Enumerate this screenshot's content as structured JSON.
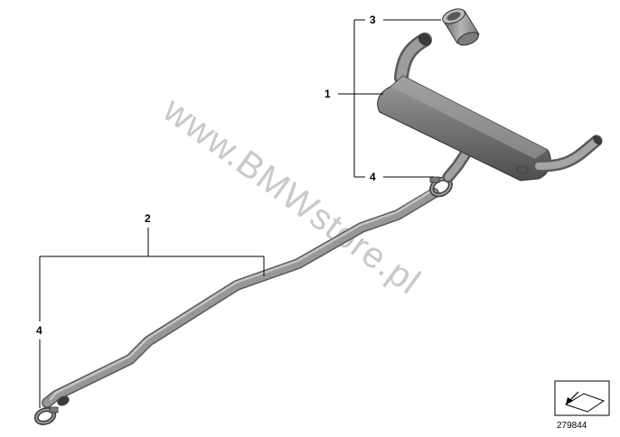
{
  "watermark": "www.BMWstore.pl",
  "callouts": {
    "part1": "1",
    "part2": "2",
    "part3": "3",
    "part4_upper": "4",
    "part4_lower": "4"
  },
  "document_number": "279844",
  "colors": {
    "pipe": "#8c8c8c",
    "pipe_dark": "#5e5e5e",
    "pipe_light": "#b9b9b9",
    "muffler": "#7a7a7a",
    "muffler_dark": "#4f4f4f",
    "watermark": "#c9c9c9"
  },
  "icons": [
    "exhaust-orientation-icon"
  ]
}
